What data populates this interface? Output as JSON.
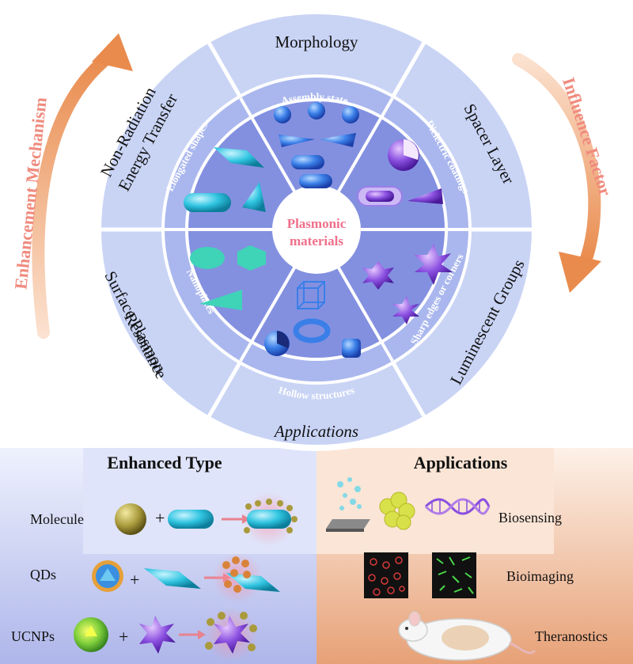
{
  "center": {
    "line1": "Plasmonic",
    "line2": "materials"
  },
  "sectors": {
    "assembly_state": "Assembly state",
    "dielectric_coatings": "Dielectric coatings",
    "elongated_shapes": "Elongated shapes",
    "nanoplates": "Nanoplates",
    "hollow_structures": "Hollow structures",
    "sharp_edges": "Sharp edges or corners"
  },
  "outer_ring": {
    "morphology": "Morphology",
    "applications": "Applications",
    "non_radiation_1": "Non-Radiation",
    "non_radiation_2": "Energy Transfer",
    "spr_1": "Surface Plasmon",
    "spr_2": "Resonance",
    "spacer_layer": "Spacer Layer",
    "luminescent_groups": "Luminescent Groups"
  },
  "side_arrows": {
    "left": "Enhancement Mechanism",
    "right": "Influence Factor"
  },
  "enhanced_type": {
    "title": "Enhanced Type",
    "rows": [
      {
        "label": "Molecule"
      },
      {
        "label": "QDs"
      },
      {
        "label": "UCNPs"
      }
    ],
    "plus": "+"
  },
  "applications_panel": {
    "title": "Applications",
    "items": [
      {
        "label": "Biosensing"
      },
      {
        "label": "Bioimaging"
      },
      {
        "label": "Theranostics"
      }
    ]
  },
  "colors": {
    "outer_ring": "#c9d4f5",
    "middle_ring": "#aab7ee",
    "inner_disc": "#8390e0",
    "center_text": "#ef6f8a",
    "arrow_orange": "#e98b4d",
    "side_text": "#f08b7e",
    "cyan_particle": "#2fc4e0",
    "purple_particle": "#8a4fe0",
    "blue_particle": "#3a7fe8",
    "teal_plate": "#3fd3b8"
  }
}
